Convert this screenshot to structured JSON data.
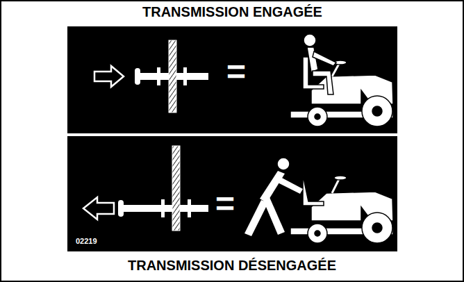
{
  "diagram": {
    "title": "TRANSMISSION ENGAGÉE",
    "caption": "TRANSMISSION DÉSENGAGÉE",
    "labels": [
      "=",
      "=",
      "02219"
    ]
  }
}
